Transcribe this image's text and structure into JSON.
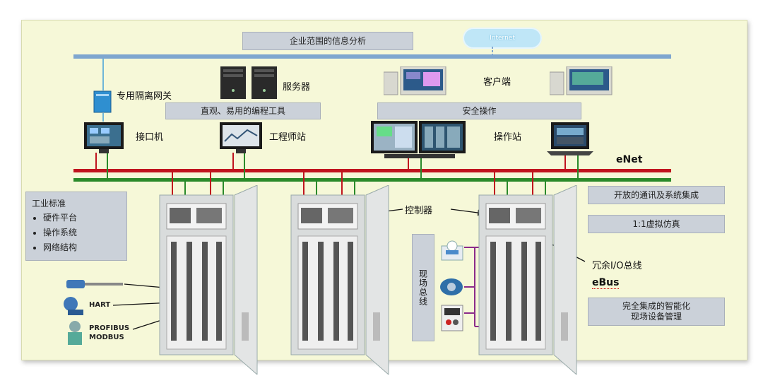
{
  "top_banner": "企业范围的信息分析",
  "internet": "Internet",
  "labels": {
    "gateway": "专用隔离网关",
    "server": "服务器",
    "client": "客户端",
    "interface": "接口机",
    "engineer": "工程师站",
    "operator": "操作站",
    "controller": "控制器",
    "redundant_io": "冗余I/O总线",
    "enet": "eNet",
    "ebus": "eBus",
    "hart": "HART",
    "profibus": "PROFIBUS",
    "modbus": "MODBUS"
  },
  "boxes": {
    "programming": "直观、易用的编程工具",
    "safe_operation": "安全操作",
    "open_comm": "开放的通讯及系统集成",
    "virtual_sim": "1:1虚拟仿真",
    "smart_mgmt_line1": "完全集成的智能化",
    "smart_mgmt_line2": "现场设备管理",
    "field_bus": "现场总线"
  },
  "legend": {
    "title": "工业标准",
    "items": [
      "硬件平台",
      "操作系统",
      "网络结构"
    ]
  },
  "colors": {
    "background": "#f6f8d8",
    "top_network": "#7ea6cf",
    "enet_red": "#c0141e",
    "enet_green": "#2a8a2a",
    "box_gray": "#cbd1d9"
  }
}
